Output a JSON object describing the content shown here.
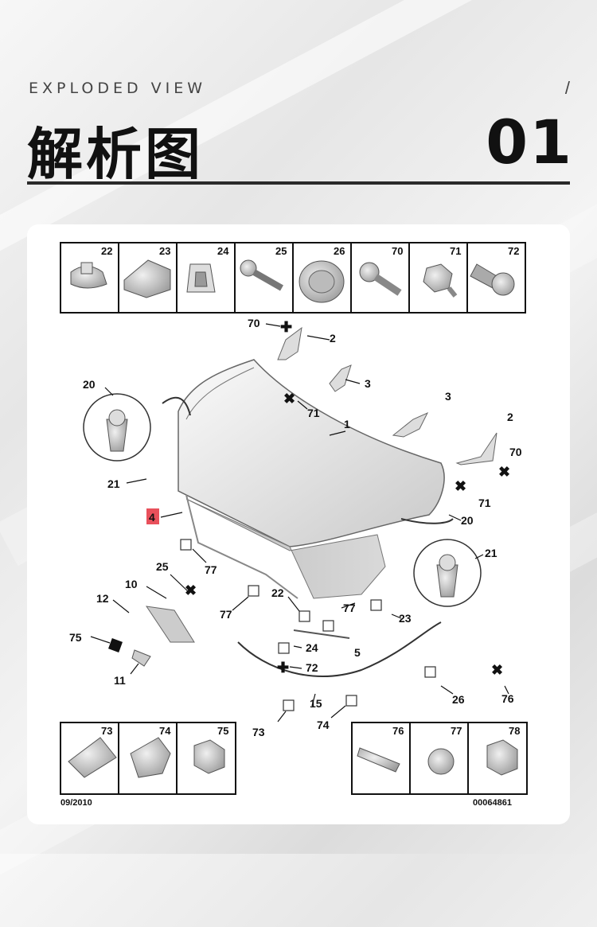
{
  "header": {
    "eyebrow": "EXPLODED VIEW",
    "slash": "/",
    "title": "解析图",
    "number": "01"
  },
  "parts_table_top": [
    "22",
    "23",
    "24",
    "25",
    "26",
    "70",
    "71",
    "72"
  ],
  "parts_table_bottom_left": [
    "73",
    "74",
    "75"
  ],
  "parts_table_bottom_right": [
    "76",
    "77",
    "78"
  ],
  "callouts": {
    "c70a": "70",
    "c2a": "2",
    "c3a": "3",
    "c71a": "71",
    "c20a": "20",
    "c1": "1",
    "c3b": "3",
    "c2b": "2",
    "c70b": "70",
    "c71b": "71",
    "c21a": "21",
    "c4": "4",
    "c20b": "20",
    "c21b": "21",
    "c25": "25",
    "c77a": "77",
    "c10": "10",
    "c12": "12",
    "c22": "22",
    "c77b": "77",
    "c77c": "77",
    "c23": "23",
    "c75": "75",
    "c24": "24",
    "c5": "5",
    "c72": "72",
    "c11": "11",
    "c15": "15",
    "c26": "26",
    "c76": "76",
    "c73": "73",
    "c74": "74"
  },
  "footer": {
    "date": "09/2010",
    "code": "00064861"
  },
  "colors": {
    "highlight": "#e8505b",
    "ink": "#111111"
  }
}
